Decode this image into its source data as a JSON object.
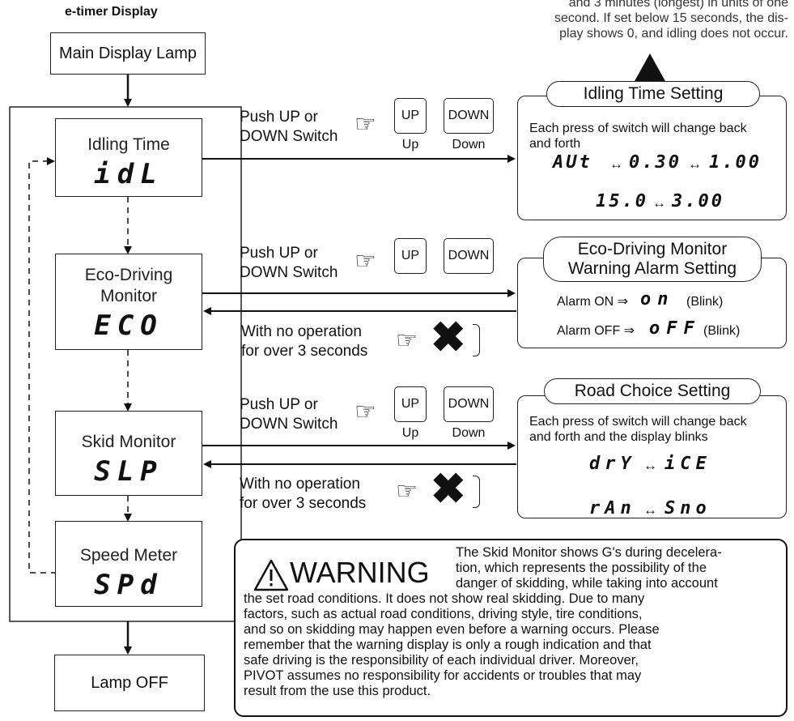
{
  "header": {
    "title": "e-timer Display",
    "top_note": [
      "and 3 minutes (longest) in units of one",
      "second. If set below 15 seconds, the dis-",
      "play shows 0, and idling does not occur."
    ]
  },
  "flow": {
    "main_display": "Main Display Lamp",
    "lamp_off": "Lamp OFF",
    "modes": [
      {
        "label": "Idling Time",
        "code": "idL"
      },
      {
        "label_line1": "Eco-Driving",
        "label_line2": "Monitor",
        "code": "ECO"
      },
      {
        "label": "Skid Monitor",
        "code": "SLP"
      },
      {
        "label": "Speed Meter",
        "code": "SPd"
      }
    ]
  },
  "instructions": {
    "push_line1": "Push UP or",
    "push_line2": "DOWN Switch",
    "no_op_line1": "With no operation",
    "no_op_line2": "for over 3 seconds",
    "up_button": "UP",
    "down_button": "DOWN",
    "up_label": "Up",
    "down_label": "Down"
  },
  "idling_setting": {
    "title": "Idling Time Setting",
    "desc_line1": "Each press of switch will change back",
    "desc_line2": "and forth",
    "values_row1": [
      "AUt",
      "0.30",
      "1.00"
    ],
    "values_row2": [
      "15.0",
      "3.00"
    ]
  },
  "eco_setting": {
    "title_line1": "Eco-Driving Monitor",
    "title_line2": "Warning Alarm Setting",
    "alarm_on_label": "Alarm ON ⇒",
    "alarm_on_code": "on",
    "alarm_off_label": "Alarm OFF ⇒",
    "alarm_off_code": "oFF",
    "blink": "(Blink)"
  },
  "road_setting": {
    "title": "Road Choice Setting",
    "desc_line1": "Each press of switch will change back",
    "desc_line2": "and forth and the display blinks",
    "values_row1": [
      "drY",
      "iCE"
    ],
    "values_row2": [
      "rAn",
      "Sno"
    ]
  },
  "warning": {
    "heading": "WARNING",
    "lines_right": [
      "The Skid Monitor shows G's during decelera-",
      "tion, which represents the possibility of the",
      "danger of skidding, while taking into account"
    ],
    "lines_full": [
      "the set road conditions. It does not show real skidding. Due to many",
      "factors, such as actual road conditions, driving style, tire conditions,",
      "and so on skidding may happen even before a warning occurs. Please",
      "remember that the warning display is only a rough indication and that",
      "safe driving is the responsibility of each individual driver. Moreover,",
      "PIVOT assumes no responsibility for accidents or troubles that may",
      "result from the use this product."
    ]
  },
  "icons": {
    "hand": "pointing-hand-icon",
    "cross": "x-mark-icon",
    "triangle": "up-triangle-icon",
    "warning": "warning-triangle-icon"
  }
}
